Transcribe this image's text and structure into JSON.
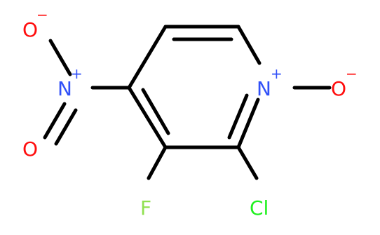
{
  "molecule": {
    "atoms": {
      "o_top": {
        "symbol": "O",
        "charge": "−",
        "color": "#ff0d0d"
      },
      "n_nitro": {
        "symbol": "N",
        "charge": "+",
        "color": "#3050f8"
      },
      "o_lower": {
        "symbol": "O",
        "charge": "",
        "color": "#ff0d0d"
      },
      "n_ring": {
        "symbol": "N",
        "charge": "+",
        "color": "#3050f8"
      },
      "o_noxide": {
        "symbol": "O",
        "charge": "−",
        "color": "#ff0d0d"
      },
      "f": {
        "symbol": "F",
        "charge": "",
        "color": "#90e050"
      },
      "cl": {
        "symbol": "Cl",
        "charge": "",
        "color": "#1ff01f"
      }
    },
    "bond_color": "#000000"
  }
}
